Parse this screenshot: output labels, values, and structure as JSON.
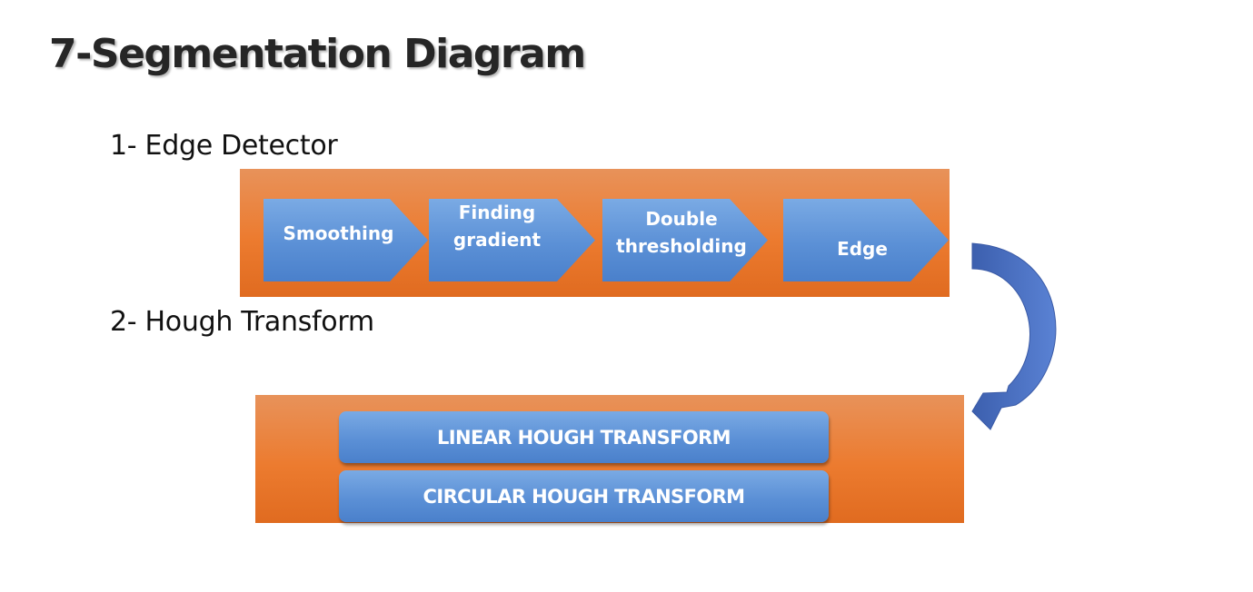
{
  "title": "7-Segmentation Diagram",
  "sections": {
    "edge_detector": {
      "heading": "1-  Edge Detector",
      "steps": [
        {
          "line1": "Smoothing",
          "line2": ""
        },
        {
          "line1": "Finding",
          "line2": "gradient"
        },
        {
          "line1": "Double",
          "line2": "thresholding"
        },
        {
          "line1": "Edge",
          "line2": ""
        }
      ]
    },
    "hough_transform": {
      "heading": "2- Hough Transform",
      "methods": [
        {
          "label": "LINEAR HOUGH TRANSFORM"
        },
        {
          "label": "CIRCULAR HOUGH TRANSFORM"
        }
      ]
    }
  },
  "colors": {
    "panel_orange": "#ec7b2f",
    "shape_blue": "#5b90d6",
    "arrow_blue": "#4267b8",
    "title_text": "#262626"
  }
}
